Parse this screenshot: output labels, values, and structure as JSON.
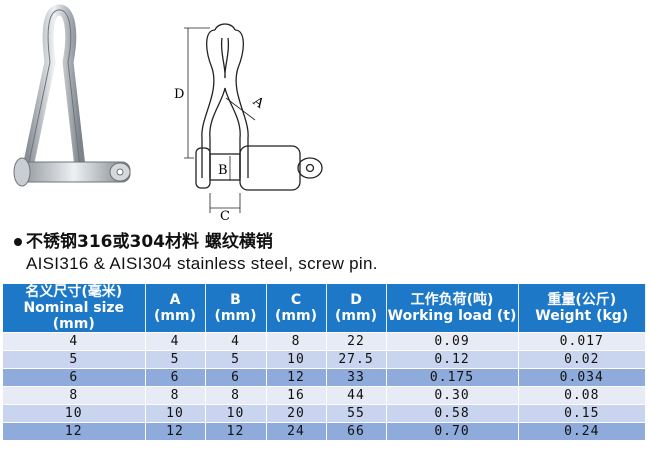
{
  "diagram": {
    "labels": {
      "d": "D",
      "a": "A",
      "b": "B",
      "c": "C"
    }
  },
  "description": {
    "cn": "不锈钢316或304材料 螺纹横销",
    "en": "AISI316 & AISI304  stainless  steel, screw  pin."
  },
  "table": {
    "headers": [
      {
        "cn": "名义尺寸(毫米)",
        "en": "Nominal size (mm)"
      },
      {
        "cn": "A",
        "en": "(mm)"
      },
      {
        "cn": "B",
        "en": "(mm)"
      },
      {
        "cn": "C",
        "en": "(mm)"
      },
      {
        "cn": "D",
        "en": "(mm)"
      },
      {
        "cn": "工作负荷(吨)",
        "en": "Working load (t)"
      },
      {
        "cn": "重量(公斤)",
        "en": "Weight (kg)"
      }
    ],
    "rows": [
      [
        "4",
        "4",
        "4",
        "8",
        "22",
        "0.09",
        "0.017"
      ],
      [
        "5",
        "5",
        "5",
        "10",
        "27.5",
        "0.12",
        "0.02"
      ],
      [
        "6",
        "6",
        "6",
        "12",
        "33",
        "0.175",
        "0.034"
      ],
      [
        "8",
        "8",
        "8",
        "16",
        "44",
        "0.30",
        "0.08"
      ],
      [
        "10",
        "10",
        "10",
        "20",
        "55",
        "0.58",
        "0.15"
      ],
      [
        "12",
        "12",
        "12",
        "24",
        "66",
        "0.70",
        "0.24"
      ]
    ]
  },
  "colors": {
    "header": "#1d78c8",
    "row_light": "#e7ebf5",
    "row_mid": "#c9d5ee",
    "row_dark": "#8eabdc"
  }
}
